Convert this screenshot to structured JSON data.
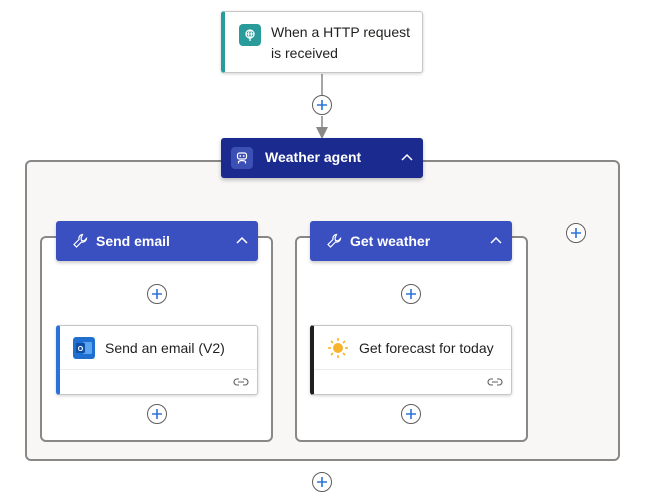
{
  "trigger": {
    "label": "When a HTTP request is received",
    "icon": "http-request-icon",
    "accent_color": "#2a9b9b"
  },
  "agent": {
    "label": "Weather agent",
    "icon": "agent-robot-icon",
    "header_color": "#1a2a8f"
  },
  "tools": [
    {
      "label": "Send email",
      "icon": "wrench-icon",
      "action": {
        "label": "Send an email (V2)",
        "icon": "outlook-icon",
        "accent_color": "#2b73d8"
      }
    },
    {
      "label": "Get weather",
      "icon": "wrench-icon",
      "action": {
        "label": "Get forecast for today",
        "icon": "sun-icon",
        "accent_color": "#201f1e"
      }
    }
  ],
  "tool_header_color": "#3a4fc0",
  "plus_icon": "plus-icon",
  "collapse_icon": "chevron-up-icon",
  "link_icon": "link-icon"
}
